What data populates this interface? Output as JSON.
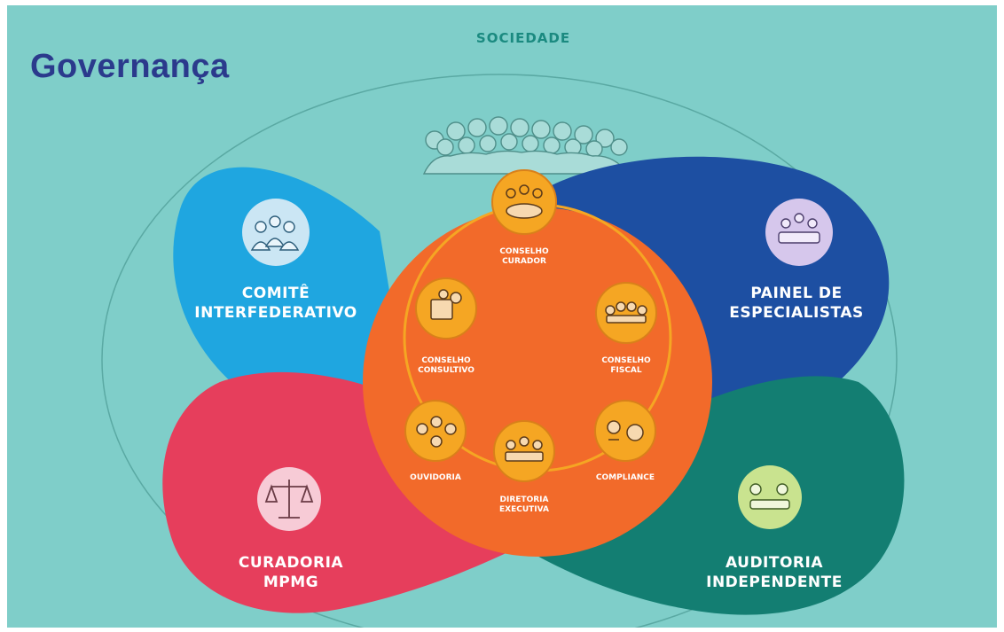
{
  "title": "Governança",
  "society_label": "SOCIEDADE",
  "petals": {
    "comite": "COMITÊ\nINTERFEDERATIVO",
    "painel": "PAINEL DE\nESPECIALISTAS",
    "curadoria": "CURADORIA\nMPMG",
    "auditoria": "AUDITORIA\nINDEPENDENTE"
  },
  "center_nodes": {
    "conselho_curador": "CONSELHO\nCURADOR",
    "conselho_consultivo": "CONSELHO\nCONSULTIVO",
    "conselho_fiscal": "CONSELHO\nFISCAL",
    "ouvidoria": "OUVIDORIA",
    "diretoria": "DIRETORIA\nEXECUTIVA",
    "compliance": "COMPLIANCE"
  },
  "colors": {
    "background": "#7fcec9",
    "title": "#2b3a8c",
    "light_blue": "#1fa6e0",
    "dark_blue": "#1d4fa2",
    "pink": "#e63e5c",
    "teal": "#137e72",
    "orange": "#f26a2a",
    "node": "#f5a623"
  },
  "icons": {
    "comite": "group-people-icon",
    "painel": "meeting-icon",
    "curadoria": "scales-icon",
    "auditoria": "audit-handshake-icon"
  }
}
